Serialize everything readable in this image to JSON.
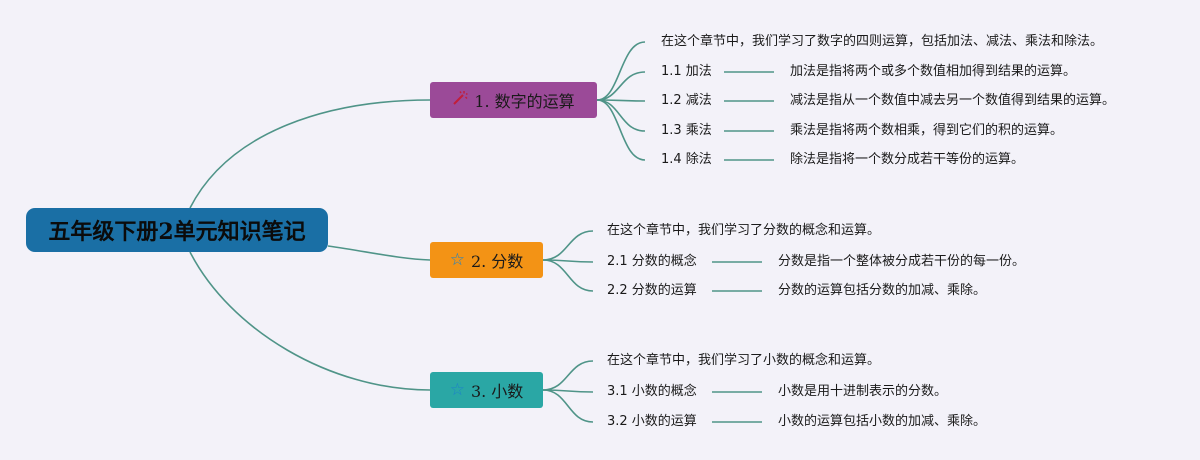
{
  "root": {
    "title": "五年级下册2单元知识笔记"
  },
  "topics": [
    {
      "label": "1. 数字的运算",
      "icon": "magic-wand-icon",
      "color": "#9b4a98",
      "intro": "在这个章节中，我们学习了数字的四则运算，包括加法、减法、乘法和除法。",
      "items": [
        {
          "name": "1.1 加法",
          "desc": "加法是指将两个或多个数值相加得到结果的运算。"
        },
        {
          "name": "1.2 减法",
          "desc": "减法是指从一个数值中减去另一个数值得到结果的运算。"
        },
        {
          "name": "1.3 乘法",
          "desc": "乘法是指将两个数相乘，得到它们的积的运算。"
        },
        {
          "name": "1.4 除法",
          "desc": "除法是指将一个数分成若干等份的运算。"
        }
      ]
    },
    {
      "label": "2. 分数",
      "icon": "star-icon",
      "color": "#f39315",
      "intro": "在这个章节中，我们学习了分数的概念和运算。",
      "items": [
        {
          "name": "2.1 分数的概念",
          "desc": "分数是指一个整体被分成若干份的每一份。"
        },
        {
          "name": "2.2 分数的运算",
          "desc": "分数的运算包括分数的加减、乘除。"
        }
      ]
    },
    {
      "label": "3. 小数",
      "icon": "star-icon",
      "color": "#2aa7a5",
      "intro": "在这个章节中，我们学习了小数的概念和运算。",
      "items": [
        {
          "name": "3.1 小数的概念",
          "desc": "小数是用十进制表示的分数。"
        },
        {
          "name": "3.2 小数的运算",
          "desc": "小数的运算包括小数的加减、乘除。"
        }
      ]
    }
  ]
}
